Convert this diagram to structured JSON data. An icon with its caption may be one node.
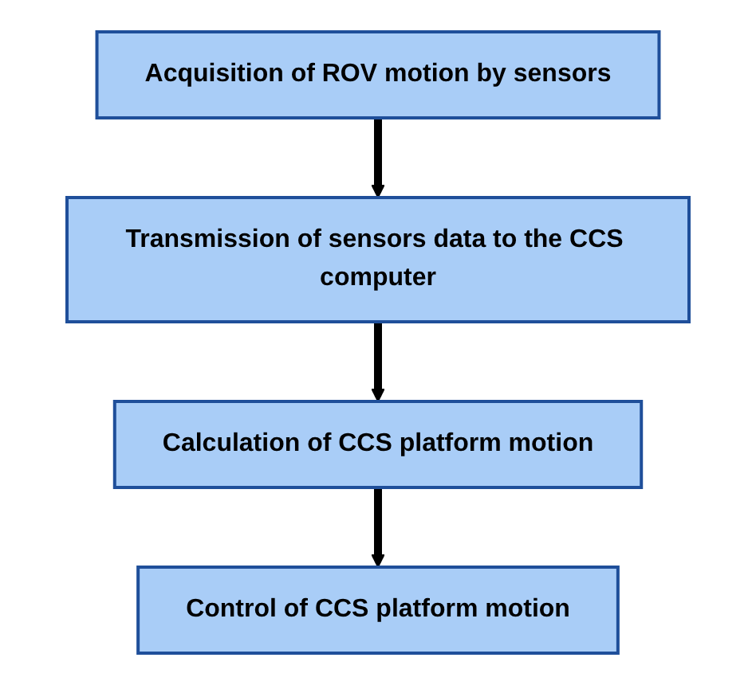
{
  "diagram": {
    "nodes": [
      {
        "text": [
          "Acquisition of ROV motion by sensors"
        ]
      },
      {
        "text": [
          "Transmission of sensors data to the CCS computer"
        ]
      },
      {
        "text": [
          "Calculation of CCS platform motion"
        ]
      },
      {
        "text": [
          "Control of CCS platform motion"
        ]
      }
    ],
    "edges": [
      {
        "from": 0,
        "to": 1,
        "arrow": "to"
      },
      {
        "from": 1,
        "to": 2,
        "arrow": "to"
      },
      {
        "from": 2,
        "to": 3,
        "arrow": "to"
      }
    ]
  }
}
